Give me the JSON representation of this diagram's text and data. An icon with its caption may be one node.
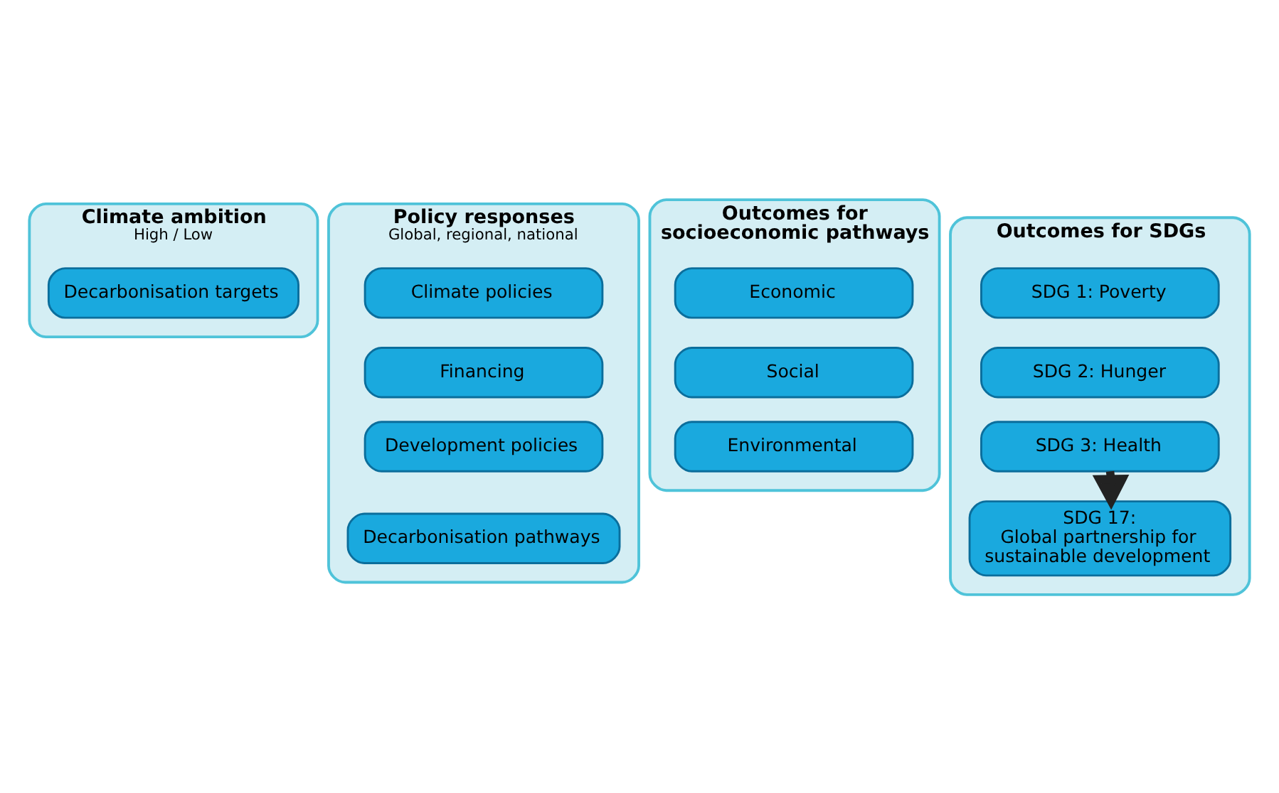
{
  "diagram": {
    "nodes": [
      {
        "text": [
          "Climate ambition",
          "High / Low"
        ]
      },
      {
        "text": [
          "Decarbonisation targets"
        ],
        "in": 0
      },
      {
        "text": [
          "Policy responses",
          "Global, regional, national"
        ]
      },
      {
        "text": [
          "Climate policies"
        ],
        "in": 2
      },
      {
        "text": [
          "Financing"
        ],
        "in": 2
      },
      {
        "text": [
          "Development policies"
        ],
        "in": 2
      },
      {
        "text": [
          "Decarbonisation pathways"
        ],
        "in": 2
      },
      {
        "text": [
          "Outcomes for socioeconomic pathways"
        ]
      },
      {
        "text": [
          "Economic"
        ],
        "in": 7
      },
      {
        "text": [
          "Social"
        ],
        "in": 7
      },
      {
        "text": [
          "Environmental"
        ],
        "in": 7
      },
      {
        "text": [
          "Outcomes for SDGs"
        ]
      },
      {
        "text": [
          "SDG 1: Poverty"
        ],
        "in": 11
      },
      {
        "text": [
          "SDG 2: Hunger"
        ],
        "in": 11
      },
      {
        "text": [
          "SDG 3: Health"
        ],
        "in": 11
      },
      {
        "text": [
          "SDG 17:",
          "Global partnership for sustainable development"
        ],
        "in": 11
      }
    ],
    "edges": [
      {
        "from": 14,
        "to": 15,
        "arrow": "to",
        "style": "dashed"
      }
    ]
  }
}
